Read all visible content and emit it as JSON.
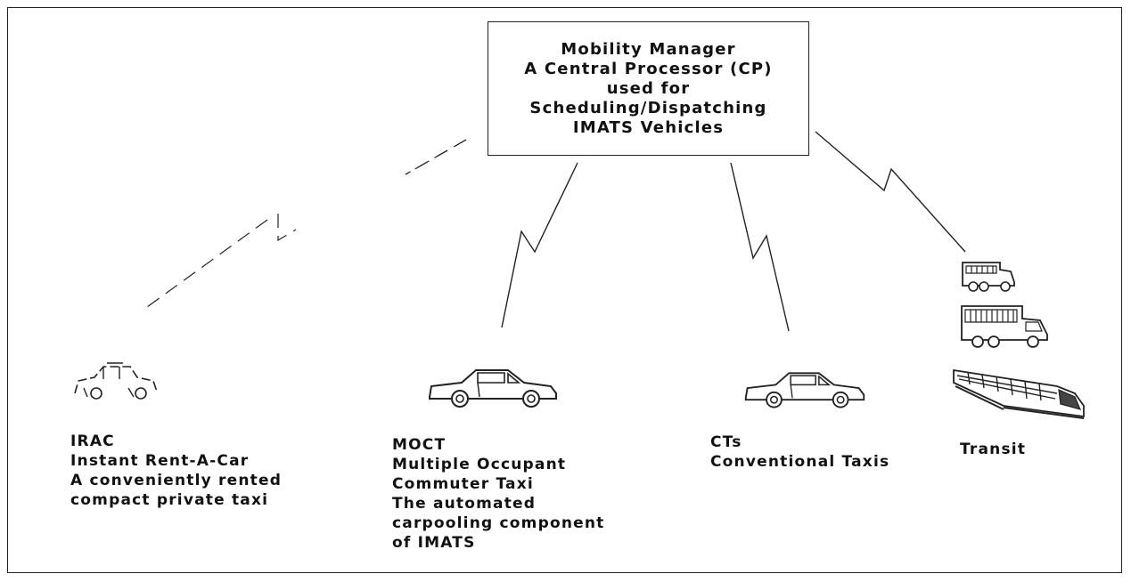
{
  "manager": {
    "lines": [
      "Mobility Manager",
      "A Central Processor (CP)",
      "used for",
      "Scheduling/Dispatching",
      "IMATS Vehicles"
    ]
  },
  "vehicles": [
    {
      "id": "irac",
      "icon": "car-outline-icon",
      "lines": [
        "IRAC",
        "Instant Rent-A-Car",
        "A conveniently rented",
        "compact private taxi"
      ]
    },
    {
      "id": "moct",
      "icon": "sedan-icon",
      "lines": [
        "MOCT",
        "Multiple Occupant",
        "Commuter Taxi",
        "The automated",
        "carpooling component",
        "of IMATS"
      ]
    },
    {
      "id": "cts",
      "icon": "sedan-icon",
      "lines": [
        "CTs",
        "Conventional Taxis"
      ]
    },
    {
      "id": "transit",
      "icon": "bus-icon",
      "lines": [
        "Transit"
      ]
    }
  ]
}
